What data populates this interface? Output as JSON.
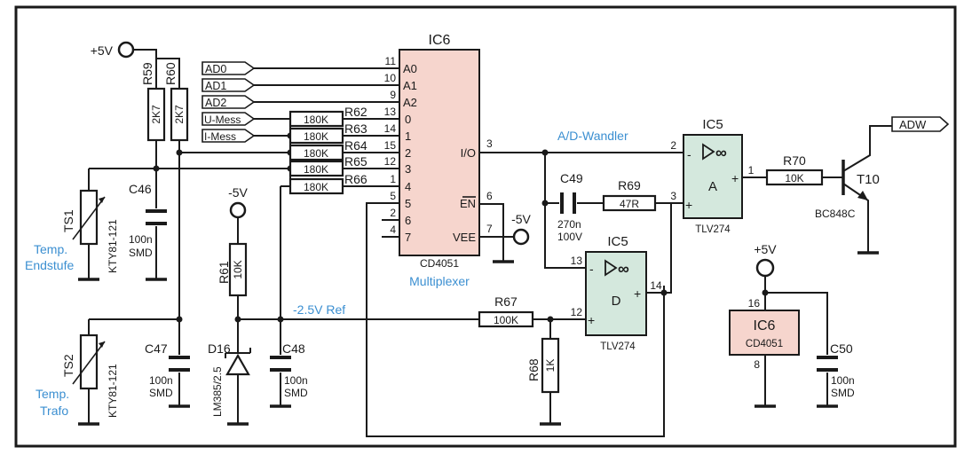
{
  "colors": {
    "ic_multiplexer_fill": "#f6d5cd",
    "opamp_fill": "#d4e8dd",
    "wire": "#1a1a1a",
    "annotation_blue": "#3b8fd1",
    "frame": "#1a1a1a"
  },
  "supplies": {
    "plus5v_left": "+5V",
    "minus5v_d16": "-5V",
    "minus5v_ic6": "-5V",
    "plus5v_right": "+5V"
  },
  "ic6_main": {
    "name": "IC6",
    "part": "CD4051",
    "function": "Multiplexer",
    "pins_left": [
      {
        "num": "11",
        "name": "A0"
      },
      {
        "num": "10",
        "name": "A1"
      },
      {
        "num": "9",
        "name": "A2"
      },
      {
        "num": "13",
        "name": "0"
      },
      {
        "num": "14",
        "name": "1"
      },
      {
        "num": "15",
        "name": "2"
      },
      {
        "num": "12",
        "name": "3"
      },
      {
        "num": "1",
        "name": "4"
      },
      {
        "num": "5",
        "name": "5"
      },
      {
        "num": "2",
        "name": "6"
      },
      {
        "num": "4",
        "name": "7"
      }
    ],
    "pins_right": [
      {
        "num": "3",
        "name": "I/O"
      },
      {
        "num": "6",
        "name": "EN"
      },
      {
        "num": "7",
        "name": "VEE"
      }
    ]
  },
  "ic6_power": {
    "name": "IC6",
    "part": "CD4051",
    "pin_top": "16",
    "pin_bottom": "8"
  },
  "signals": [
    "AD0",
    "AD1",
    "AD2",
    "U-Mess",
    "I-Mess"
  ],
  "resistors": {
    "R59": {
      "name": "R59",
      "value": "2K7"
    },
    "R60": {
      "name": "R60",
      "value": "2K7"
    },
    "R61": {
      "name": "R61",
      "value": "10K"
    },
    "R62": {
      "name": "R62",
      "value": "180K"
    },
    "R63": {
      "name": "R63",
      "value": "180K"
    },
    "R64": {
      "name": "R64",
      "value": "180K"
    },
    "R65": {
      "name": "R65",
      "value": "180K"
    },
    "R66": {
      "name": "R66",
      "value": "180K"
    },
    "R67": {
      "name": "R67",
      "value": "100K"
    },
    "R68": {
      "name": "R68",
      "value": "1K"
    },
    "R69": {
      "name": "R69",
      "value": "47R"
    },
    "R70": {
      "name": "R70",
      "value": "10K"
    }
  },
  "capacitors": {
    "C46": {
      "name": "C46",
      "value1": "100n",
      "value2": "SMD"
    },
    "C47": {
      "name": "C47",
      "value1": "100n",
      "value2": "SMD"
    },
    "C48": {
      "name": "C48",
      "value1": "100n",
      "value2": "SMD"
    },
    "C49": {
      "name": "C49",
      "value1": "270n",
      "value2": "100V"
    },
    "C50": {
      "name": "C50",
      "value1": "100n",
      "value2": "SMD"
    }
  },
  "sensors": {
    "TS1": {
      "name": "TS1",
      "part": "KTY81-121",
      "label1": "Temp.",
      "label2": "Endstufe"
    },
    "TS2": {
      "name": "TS2",
      "part": "KTY81-121",
      "label1": "Temp.",
      "label2": "Trafo"
    }
  },
  "diode": {
    "name": "D16",
    "part": "LM385/2.5"
  },
  "opamp_a": {
    "name": "IC5",
    "unit": "A",
    "part": "TLV274",
    "pin_minus": "2",
    "pin_plus": "3",
    "pin_out": "1",
    "minus": "-",
    "plus": "+",
    "inf": "∞"
  },
  "opamp_d": {
    "name": "IC5",
    "unit": "D",
    "part": "TLV274",
    "pin_minus": "13",
    "pin_plus": "12",
    "pin_out": "14",
    "minus": "-",
    "plus": "+",
    "inf": "∞"
  },
  "transistor": {
    "name": "T10",
    "part": "BC848C"
  },
  "output": "ADW",
  "annotations": {
    "adc": "A/D-Wandler",
    "ref": "-2.5V Ref"
  }
}
